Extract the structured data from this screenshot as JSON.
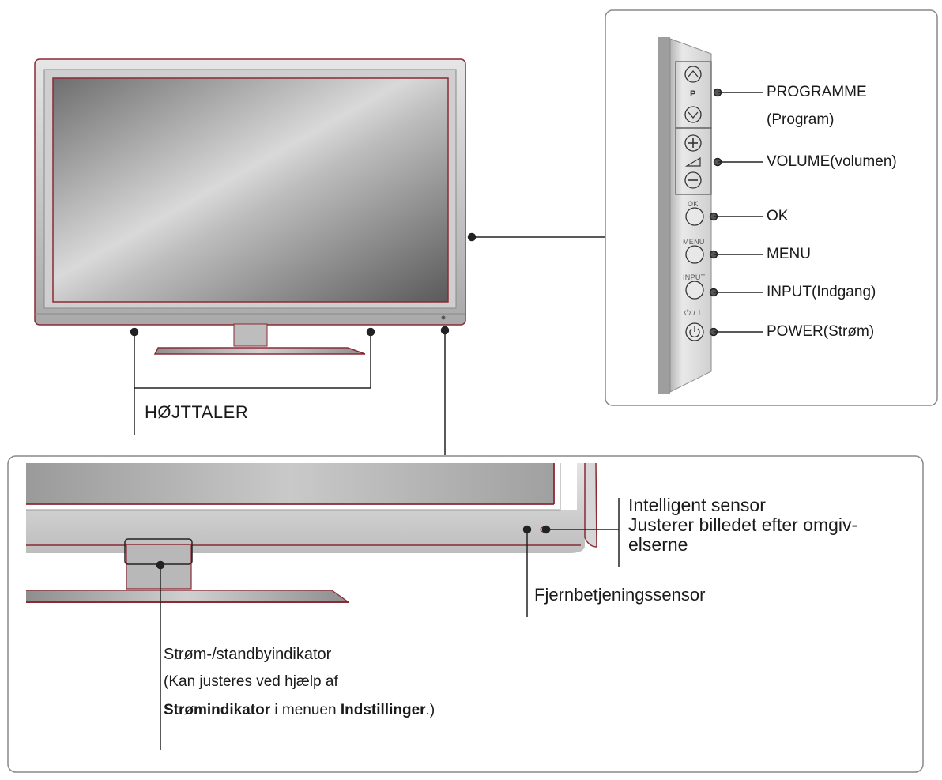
{
  "side_panel": {
    "p_letter": "P",
    "ok_caption": "OK",
    "menu_caption": "MENU",
    "input_caption": "INPUT",
    "power_caption": "⏻ / I",
    "labels": {
      "programme": "PROGRAMME",
      "programme_sub": "(Program)",
      "volume": "VOLUME(volumen)",
      "ok": "OK",
      "menu": "MENU",
      "input": "INPUT(Indgang)",
      "power": "POWER(Strøm)"
    }
  },
  "speaker_label": "HØJTTALER",
  "detail_panel": {
    "intelligent_sensor": "Intelligent sensor",
    "intelligent_desc_1": "Justerer billedet efter omgiv-",
    "intelligent_desc_2": "elserne",
    "remote_sensor": "Fjernbetjeningssensor",
    "power_indicator": "Strøm-/standbyindikator",
    "power_note_1": "(Kan justeres ved hjælp af",
    "power_note_bold_1": "Strømindikator",
    "power_note_mid": " i menuen ",
    "power_note_bold_2": "Indstillinger",
    "power_note_end": ".)"
  },
  "colors": {
    "frame": "#c8c8c8",
    "frame_dark": "#8a8a8a",
    "accent_trim": "#8b2a35",
    "line": "#222222",
    "box_border": "#888888"
  },
  "icons": [
    "chevron-up-icon",
    "chevron-down-icon",
    "plus-icon",
    "minus-icon",
    "volume-icon",
    "power-icon"
  ]
}
